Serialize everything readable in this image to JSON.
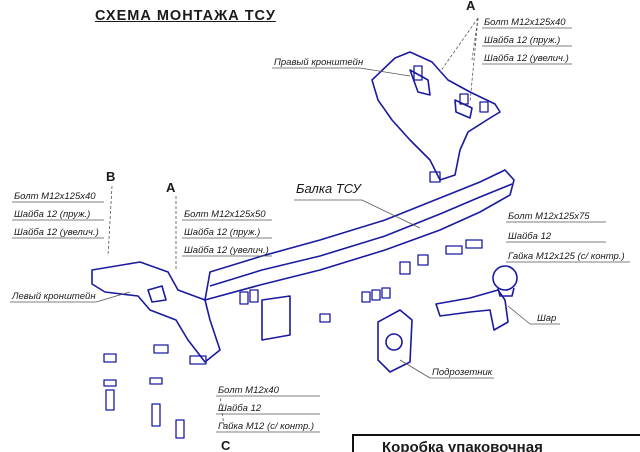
{
  "title": "СХЕМА МОНТАЖА ТСУ",
  "markers": {
    "a_top": "A",
    "b": "B",
    "a_left": "A",
    "c": "C"
  },
  "group_a_top": [
    "Болт М12х125х40",
    "Шайба 12 (пруж.)",
    "Шайба 12 (увелич.)"
  ],
  "group_b": [
    "Болт М12х125х40",
    "Шайба 12 (пруж.)",
    "Шайба 12 (увелич.)"
  ],
  "group_a_left": [
    "Болт М12х125х50",
    "Шайба 12 (пруж.)",
    "Шайба 12 (увелич.)"
  ],
  "group_right": [
    "Болт М12х125х75",
    "Шайба 12",
    "Гайка М12х125 (с/ контр.)"
  ],
  "group_c": [
    "Болт М12х40",
    "Шайба 12",
    "Гайка М12 (с/ контр.)"
  ],
  "parts": {
    "right_bracket": "Правый кронштейн",
    "beam": "Балка ТСУ",
    "left_bracket": "Левый кронштейн",
    "ball": "Шар",
    "socket_bracket": "Подрозетник"
  },
  "box_label": "Коробка упаковочная",
  "colors": {
    "drawing": "#1a1aa0",
    "leader": "#555555",
    "text": "#1a1a1a"
  }
}
